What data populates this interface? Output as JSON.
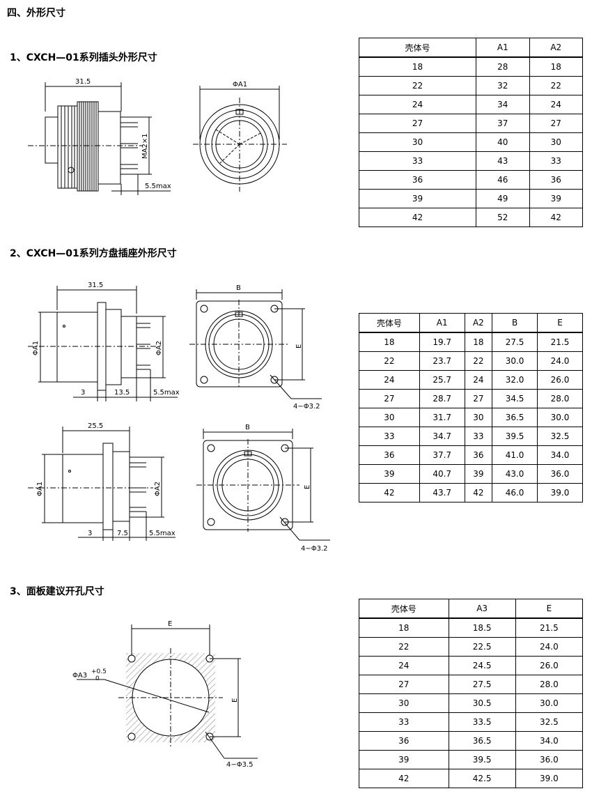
{
  "headings": {
    "section": "四、外形尺寸",
    "s1": "1、CXCH—01系列插头外形尺寸",
    "s2": "2、CXCH—01系列方盘插座外形尺寸",
    "s3": "3、面板建议开孔尺寸"
  },
  "drawing_labels": {
    "d1_len": "31.5",
    "d1_thread": "MA2×1",
    "d1_max": "5.5max",
    "d1_front_dia": "ΦA1",
    "d2_len": "31.5",
    "d2_a1": "ΦA1",
    "d2_a2": "ΦA2",
    "d2_3": "3",
    "d2_135": "13.5",
    "d2_max": "5.5max",
    "d2_b": "B",
    "d2_e": "E",
    "d2_holes": "4−Φ3.2",
    "d3_len": "25.5",
    "d3_a1": "ΦA1",
    "d3_a2": "ΦA2",
    "d3_3": "3",
    "d3_75": "7.5",
    "d3_max": "5.5max",
    "d3_b": "B",
    "d3_e": "E",
    "d3_holes": "4−Φ3.2",
    "d4_e_top": "E",
    "d4_e_side": "E",
    "d4_a3": "ΦA3",
    "d4_tol_up": "+0.5",
    "d4_tol_dn": "0",
    "d4_holes": "4−Φ3.5"
  },
  "table1": {
    "headers": [
      "壳体号",
      "A1",
      "A2"
    ],
    "rows": [
      [
        "18",
        "28",
        "18"
      ],
      [
        "22",
        "32",
        "22"
      ],
      [
        "24",
        "34",
        "24"
      ],
      [
        "27",
        "37",
        "27"
      ],
      [
        "30",
        "40",
        "30"
      ],
      [
        "33",
        "43",
        "33"
      ],
      [
        "36",
        "46",
        "36"
      ],
      [
        "39",
        "49",
        "39"
      ],
      [
        "42",
        "52",
        "42"
      ]
    ]
  },
  "table2": {
    "headers": [
      "壳体号",
      "A1",
      "A2",
      "B",
      "E"
    ],
    "rows": [
      [
        "18",
        "19.7",
        "18",
        "27.5",
        "21.5"
      ],
      [
        "22",
        "23.7",
        "22",
        "30.0",
        "24.0"
      ],
      [
        "24",
        "25.7",
        "24",
        "32.0",
        "26.0"
      ],
      [
        "27",
        "28.7",
        "27",
        "34.5",
        "28.0"
      ],
      [
        "30",
        "31.7",
        "30",
        "36.5",
        "30.0"
      ],
      [
        "33",
        "34.7",
        "33",
        "39.5",
        "32.5"
      ],
      [
        "36",
        "37.7",
        "36",
        "41.0",
        "34.0"
      ],
      [
        "39",
        "40.7",
        "39",
        "43.0",
        "36.0"
      ],
      [
        "42",
        "43.7",
        "42",
        "46.0",
        "39.0"
      ]
    ]
  },
  "table3": {
    "headers": [
      "壳体号",
      "A3",
      "E"
    ],
    "rows": [
      [
        "18",
        "18.5",
        "21.5"
      ],
      [
        "22",
        "22.5",
        "24.0"
      ],
      [
        "24",
        "24.5",
        "26.0"
      ],
      [
        "27",
        "27.5",
        "28.0"
      ],
      [
        "30",
        "30.5",
        "30.0"
      ],
      [
        "33",
        "33.5",
        "32.5"
      ],
      [
        "36",
        "36.5",
        "34.0"
      ],
      [
        "39",
        "39.5",
        "36.0"
      ],
      [
        "42",
        "42.5",
        "39.0"
      ]
    ]
  }
}
